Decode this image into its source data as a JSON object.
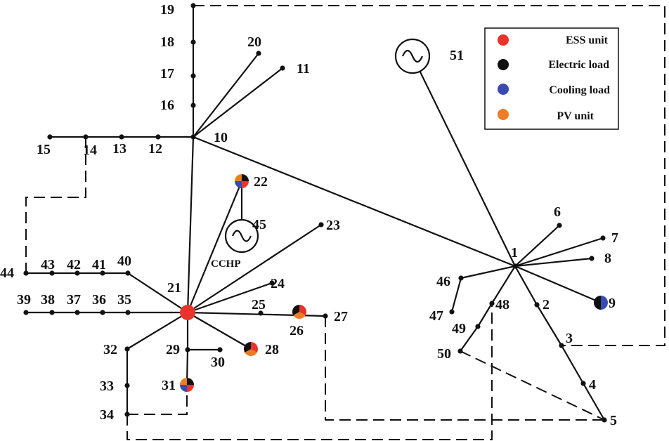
{
  "colors": {
    "ess": "#e8342a",
    "electric_load": "#111111",
    "cooling_load": "#3a4bb0",
    "pv": "#ee7d25",
    "line": "#111111"
  },
  "legend": {
    "items": [
      {
        "label": "ESS unit",
        "color": "#e8342a"
      },
      {
        "label": "Electric load",
        "color": "#111111"
      },
      {
        "label": "Cooling load",
        "color": "#3a4bb0"
      },
      {
        "label": "PV unit",
        "color": "#ee7d25"
      }
    ]
  },
  "generators": {
    "main_grid": {
      "label": "51"
    },
    "cchp": {
      "label": "45",
      "caption": "CCHP"
    }
  },
  "nodes": [
    {
      "id": "1"
    },
    {
      "id": "2"
    },
    {
      "id": "3"
    },
    {
      "id": "4"
    },
    {
      "id": "5"
    },
    {
      "id": "6"
    },
    {
      "id": "7"
    },
    {
      "id": "8"
    },
    {
      "id": "9"
    },
    {
      "id": "10"
    },
    {
      "id": "11"
    },
    {
      "id": "12"
    },
    {
      "id": "13"
    },
    {
      "id": "14"
    },
    {
      "id": "15"
    },
    {
      "id": "16"
    },
    {
      "id": "17"
    },
    {
      "id": "18"
    },
    {
      "id": "19"
    },
    {
      "id": "20"
    },
    {
      "id": "21"
    },
    {
      "id": "22"
    },
    {
      "id": "23"
    },
    {
      "id": "24"
    },
    {
      "id": "25"
    },
    {
      "id": "26"
    },
    {
      "id": "27"
    },
    {
      "id": "28"
    },
    {
      "id": "29"
    },
    {
      "id": "30"
    },
    {
      "id": "31"
    },
    {
      "id": "32"
    },
    {
      "id": "33"
    },
    {
      "id": "34"
    },
    {
      "id": "35"
    },
    {
      "id": "36"
    },
    {
      "id": "37"
    },
    {
      "id": "38"
    },
    {
      "id": "39"
    },
    {
      "id": "40"
    },
    {
      "id": "41"
    },
    {
      "id": "42"
    },
    {
      "id": "43"
    },
    {
      "id": "44"
    },
    {
      "id": "46"
    },
    {
      "id": "47"
    },
    {
      "id": "48"
    },
    {
      "id": "49"
    },
    {
      "id": "50"
    }
  ],
  "branches": [
    [
      "10",
      "19"
    ],
    [
      "10",
      "11"
    ],
    [
      "10",
      "20"
    ],
    [
      "10",
      "15"
    ],
    [
      "10",
      "21"
    ],
    [
      "10",
      "1"
    ],
    [
      "51",
      "1"
    ],
    [
      "1",
      "6"
    ],
    [
      "1",
      "7"
    ],
    [
      "1",
      "8"
    ],
    [
      "1",
      "9"
    ],
    [
      "1",
      "46"
    ],
    [
      "46",
      "47"
    ],
    [
      "1",
      "48"
    ],
    [
      "48",
      "49"
    ],
    [
      "49",
      "50"
    ],
    [
      "1",
      "2"
    ],
    [
      "2",
      "3"
    ],
    [
      "3",
      "4"
    ],
    [
      "4",
      "5"
    ],
    [
      "21",
      "22"
    ],
    [
      "22",
      "45"
    ],
    [
      "21",
      "23"
    ],
    [
      "21",
      "24"
    ],
    [
      "21",
      "27"
    ],
    [
      "21",
      "28"
    ],
    [
      "21",
      "29"
    ],
    [
      "29",
      "30"
    ],
    [
      "29",
      "31"
    ],
    [
      "21",
      "32"
    ],
    [
      "32",
      "34"
    ],
    [
      "21",
      "40"
    ],
    [
      "40",
      "44"
    ],
    [
      "21",
      "39"
    ]
  ],
  "tie_lines": [
    [
      "19",
      "3"
    ],
    [
      "14",
      "44"
    ],
    [
      "34",
      "31"
    ],
    [
      "34",
      "48"
    ],
    [
      "27",
      "5"
    ],
    [
      "50",
      "5"
    ]
  ],
  "multi_resource_nodes": [
    {
      "node": "22",
      "resources": [
        "electric_load",
        "ess",
        "cooling_load",
        "pv"
      ]
    },
    {
      "node": "26",
      "resources": [
        "ess",
        "pv",
        "electric_load"
      ]
    },
    {
      "node": "28",
      "resources": [
        "ess",
        "pv",
        "electric_load"
      ]
    },
    {
      "node": "31",
      "resources": [
        "electric_load",
        "ess",
        "cooling_load",
        "pv"
      ]
    },
    {
      "node": "9",
      "resources": [
        "cooling_load",
        "electric_load"
      ]
    },
    {
      "node": "21",
      "resources": [
        "ess"
      ]
    }
  ]
}
